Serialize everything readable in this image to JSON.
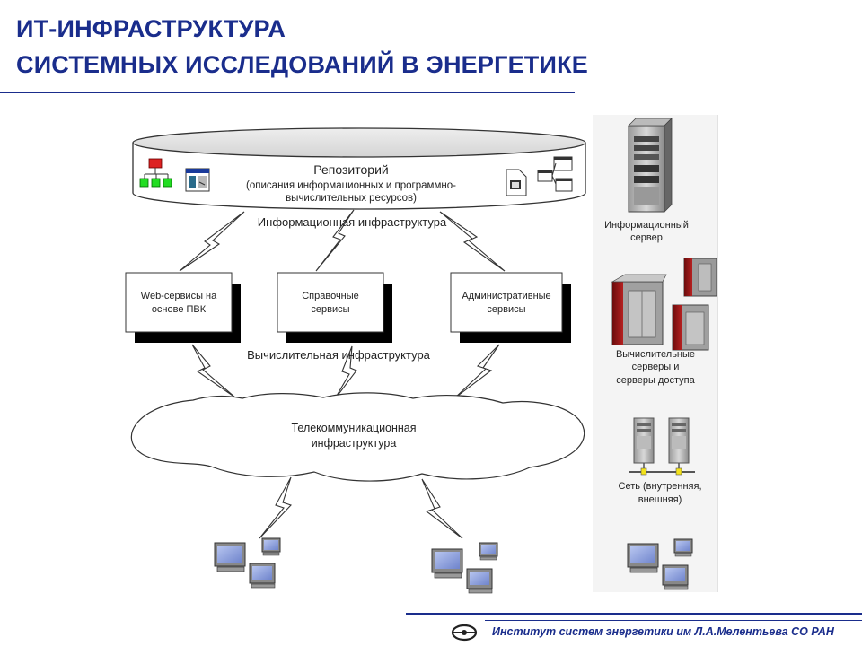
{
  "title": {
    "line1": "ИТ-ИНФРАСТРУКТУРА",
    "line2": "СИСТЕМНЫХ ИССЛЕДОВАНИЙ В ЭНЕРГЕТИКЕ"
  },
  "repository": {
    "title": "Репозиторий",
    "desc_line1": "(описания информационных  и программно-",
    "desc_line2": "вычислительных ресурсов)"
  },
  "layers": {
    "info": "Информационная инфраструктура",
    "compute": "Вычислительная инфраструктура",
    "telecom_line1": "Телекоммуникационная",
    "telecom_line2": "инфраструктура"
  },
  "services": [
    {
      "line1": "Web-сервисы на",
      "line2": "основе ПВК"
    },
    {
      "line1": "Справочные",
      "line2": "сервисы"
    },
    {
      "line1": "Административные",
      "line2": "сервисы"
    }
  ],
  "legend": {
    "info_server_line1": "Информационный",
    "info_server_line2": "сервер",
    "compute_line1": "Вычислительные",
    "compute_line2": "серверы и",
    "compute_line3": "серверы доступа",
    "network_line1": "Сеть (внутренняя,",
    "network_line2": "внешняя)"
  },
  "footer": {
    "institute": "Институт систем энергетики им Л.А.Мелентьева СО РАН"
  },
  "colors": {
    "title": "#1a2d8c",
    "server_red": "#a01818",
    "box_shadow": "#000000"
  }
}
